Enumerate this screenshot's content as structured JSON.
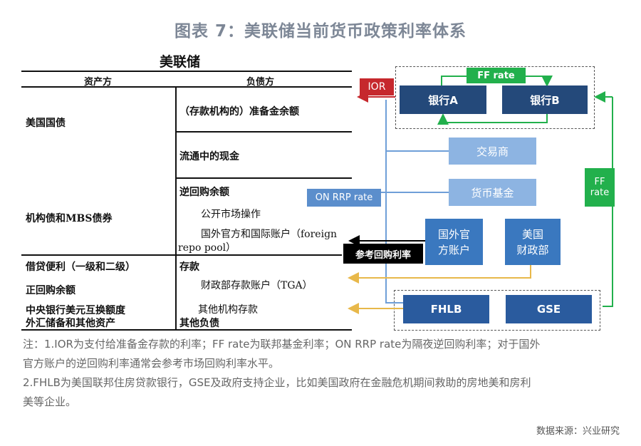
{
  "title": "图表 7：美联储当前货币政策利率体系",
  "balance_sheet": {
    "title": "美联储",
    "asset_header": "资产方",
    "liability_header": "负债方",
    "assets": {
      "treasuries": "美国国债",
      "agency_mbs": "机构债和MBS债券",
      "lending": "借贷便利（一级和二级）",
      "repo": "正回购余额",
      "swaps": "中央银行美元互换额度",
      "fx_other": "外汇储备和其他资产"
    },
    "liabilities": {
      "reserves": "（存款机构的）准备金余额",
      "currency": "流通中的现金",
      "reverse_repo": "逆回购余额",
      "open_market": "公开市场操作",
      "foreign_pool_line1": "国外官方和国际账户（foreign",
      "foreign_pool_line2": "repo pool）",
      "deposits": "存款",
      "tga": "财政部存款账户（TGA）",
      "other_deposits": "其他机构存款",
      "other_liabilities": "其他负债"
    }
  },
  "diagram": {
    "ior": "IOR",
    "ff_rate_top": "FF rate",
    "bank_a": "银行A",
    "bank_b": "银行B",
    "dealers": "交易商",
    "mmf": "货币基金",
    "on_rrp": "ON RRP rate",
    "foreign_official_line1": "国外官",
    "foreign_official_line2": "方账户",
    "treasury_line1": "美国",
    "treasury_line2": "财政部",
    "ref_repo": "参考回购利率",
    "ff_side_line1": "FF",
    "ff_side_line2": "rate",
    "fhlb": "FHLB",
    "gse": "GSE"
  },
  "notes": {
    "line1": "注：1.IOR为支付给准备金存款的利率；FF rate为联邦基金利率；ON RRP rate为隔夜逆回购利率；对于国外",
    "line2": "官方账户的逆回购利率通常会参考市场回购利率水平。",
    "line3": "2.FHLB为美国联邦住房贷款银行，GSE及政府支持企业，比如美国政府在金融危机期间救助的房地美和房利",
    "line4": "美等企业。"
  },
  "source": "数据来源：兴业研究",
  "colors": {
    "navy": "#24497a",
    "light_blue": "#8db4e2",
    "mid_blue": "#3a78bf",
    "green": "#22b04c",
    "red": "#c6282d",
    "gold_arrow": "#e8b84a",
    "blue_arrow": "#6f9fd8"
  }
}
